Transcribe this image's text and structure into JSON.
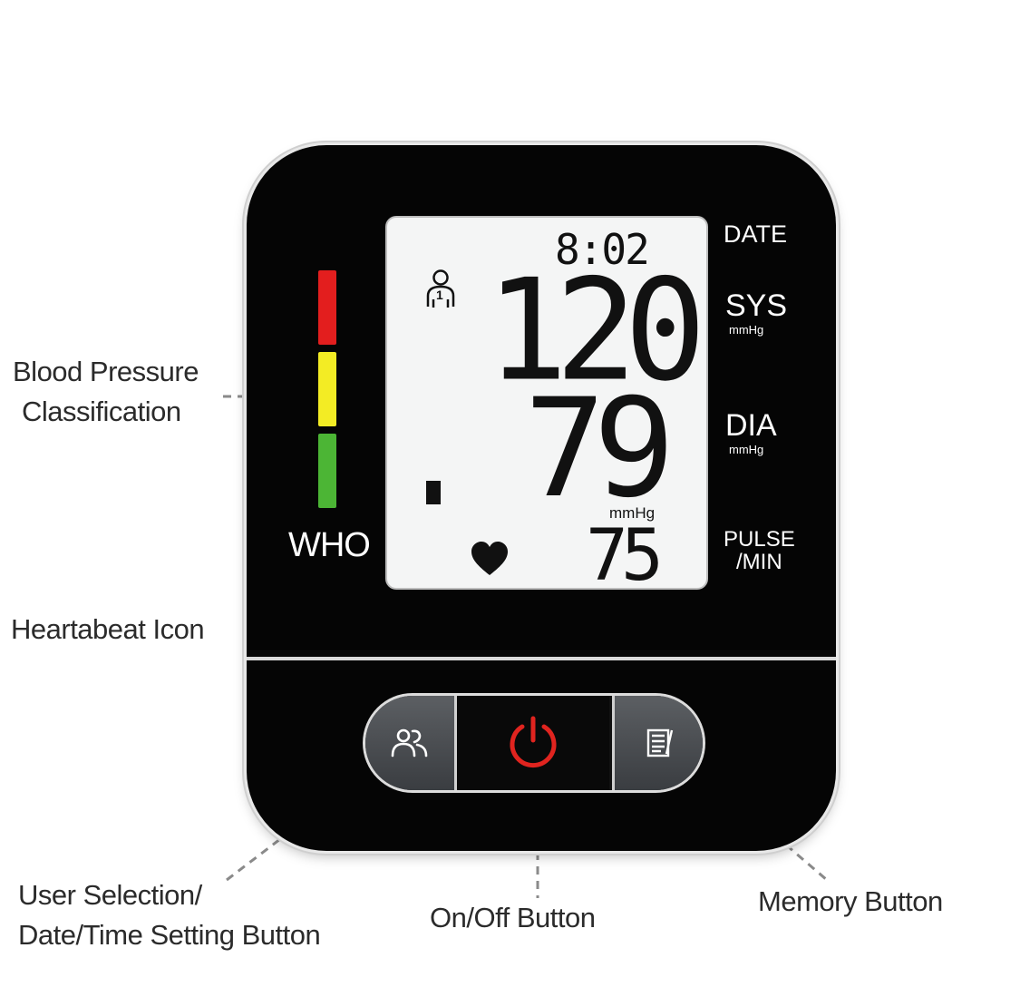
{
  "lcd": {
    "time": "8:02",
    "systolic": "120",
    "diastolic": "79",
    "unit": "mmHg",
    "pulse": "75",
    "user_number": "1"
  },
  "side_labels": {
    "date": "DATE",
    "sys": "SYS",
    "sys_unit": "mmHg",
    "dia": "DIA",
    "dia_unit": "mmHg",
    "pulse_line1": "PULSE",
    "pulse_line2": "/MIN"
  },
  "classification": {
    "label": "WHO",
    "colors": [
      "#e31e1e",
      "#f3ec24",
      "#4cb535"
    ]
  },
  "annotations": {
    "bp_class_line1": "Blood Pressure",
    "bp_class_line2": "Classification",
    "heartbeat": "Heartabeat Icon",
    "user_line1": "User Selection/",
    "user_line2": "Date/Time Setting Button",
    "onoff": "On/Off Button",
    "memory": "Memory Button"
  },
  "buttons": {
    "user_icon": "users-icon",
    "power_icon": "power-icon",
    "memory_icon": "memory-icon",
    "power_color": "#e0241f"
  }
}
